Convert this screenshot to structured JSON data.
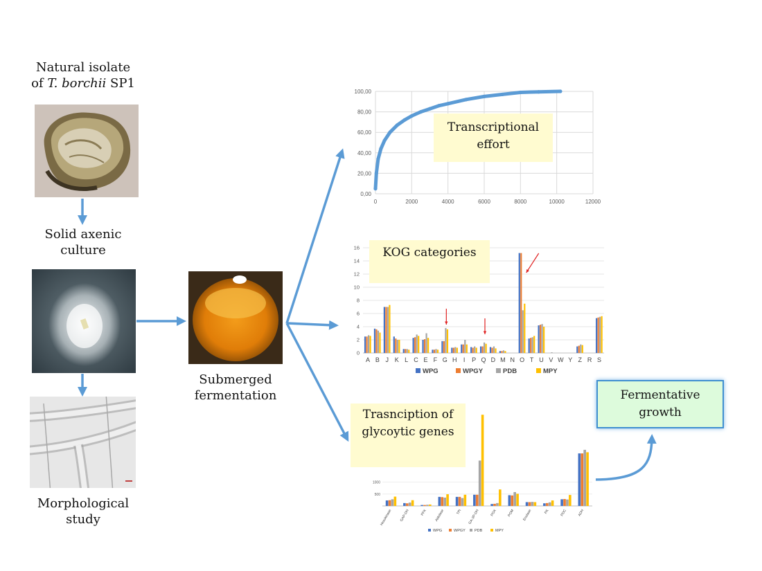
{
  "captions": {
    "isolate_line1": "Natural isolate",
    "isolate_line2_prefix": "of ",
    "isolate_species": "T. borchii",
    "isolate_line2_suffix": " SP1",
    "solid_line1": "Solid axenic",
    "solid_line2": "culture",
    "morph_line1": "Morphological",
    "morph_line2": "study",
    "submerged_line1": "Submerged",
    "submerged_line2": "fermentation"
  },
  "callouts": {
    "transcriptional_line1": "Transcriptional",
    "transcriptional_line2": "effort",
    "kog": "KOG categories",
    "glyco_line1": "Trasnciption of",
    "glyco_line2": "glycoytic genes",
    "fermentative_line1": "Fermentative",
    "fermentative_line2": "growth"
  },
  "colors": {
    "arrow": "#5b9bd5",
    "WPG": "#4472c4",
    "WPGY": "#ed7d31",
    "PDB": "#a5a5a5",
    "MPY": "#ffc000",
    "callout_yellow": "#fffbd0",
    "callout_green": "#ddfbdc",
    "red_arrow": "#e02020"
  },
  "chart_data": [
    {
      "type": "line",
      "x_ticks": [
        "0",
        "2000",
        "4000",
        "6000",
        "8000",
        "10000",
        "12000"
      ],
      "y_ticks": [
        "0,00",
        "20,00",
        "40,00",
        "60,00",
        "80,00",
        "100,00"
      ],
      "xlim": [
        0,
        12000
      ],
      "ylim": [
        0,
        100
      ],
      "grid": true,
      "series": [
        {
          "x": [
            0,
            50,
            150,
            300,
            500,
            800,
            1200,
            1600,
            2000,
            2500,
            3000,
            3500,
            4000,
            5000,
            6000,
            7000,
            8000,
            9000,
            10200
          ],
          "y": [
            5,
            20,
            34,
            44,
            52,
            60,
            67,
            72,
            76,
            80,
            83,
            86,
            88,
            92,
            95,
            97,
            99,
            99.5,
            100
          ]
        }
      ]
    },
    {
      "type": "bar",
      "categories": [
        "A",
        "B",
        "J",
        "K",
        "L",
        "C",
        "E",
        "F",
        "G",
        "H",
        "I",
        "P",
        "Q",
        "D",
        "M",
        "N",
        "O",
        "T",
        "U",
        "V",
        "W",
        "Y",
        "Z",
        "R",
        "S"
      ],
      "ylim": [
        0,
        16
      ],
      "y_ticks": [
        "0",
        "2",
        "4",
        "6",
        "8",
        "10",
        "12",
        "14",
        "16"
      ],
      "legend": "bottom",
      "series": [
        {
          "name": "WPG",
          "values": [
            2.5,
            3.7,
            7.0,
            2.5,
            0.6,
            2.3,
            2.0,
            0.5,
            1.8,
            0.8,
            1.3,
            0.9,
            1.0,
            0.9,
            0.3,
            0,
            15.2,
            2.2,
            4.2,
            0,
            0,
            0,
            1.0,
            0,
            5.3
          ]
        },
        {
          "name": "WPGY",
          "values": [
            2.5,
            3.6,
            7.0,
            2.2,
            0.6,
            2.4,
            2.1,
            0.5,
            1.8,
            0.8,
            1.3,
            0.8,
            1.0,
            0.8,
            0.3,
            0,
            15.2,
            2.3,
            4.3,
            0,
            0,
            0,
            1.1,
            0,
            5.4
          ]
        },
        {
          "name": "PDB",
          "values": [
            2.7,
            3.4,
            7.0,
            2.0,
            0.6,
            2.8,
            3.0,
            0.6,
            3.8,
            0.9,
            2.0,
            1.0,
            1.6,
            1.0,
            0.4,
            0,
            6.5,
            2.4,
            4.4,
            0.1,
            0,
            0,
            1.3,
            0,
            5.5
          ]
        },
        {
          "name": "MPY",
          "values": [
            2.6,
            3.1,
            7.3,
            2.0,
            0.5,
            2.6,
            2.3,
            0.5,
            3.6,
            0.8,
            1.3,
            0.8,
            1.4,
            0.7,
            0.3,
            0,
            7.5,
            2.6,
            4.0,
            0,
            0,
            0,
            1.2,
            0,
            5.6
          ]
        }
      ]
    },
    {
      "type": "bar",
      "categories": [
        "Hexokinase",
        "GAP-DH",
        "PFK",
        "Aldolase",
        "TPI",
        "GA-3P-DH",
        "PGK",
        "PGM",
        "Enolase",
        "PK",
        "PDC",
        "ADH"
      ],
      "ylim": [
        0,
        4000
      ],
      "y_ticks": [
        "500",
        "1000"
      ],
      "legend": "bottom",
      "series": [
        {
          "name": "WPG",
          "values": [
            230,
            120,
            40,
            380,
            380,
            470,
            80,
            450,
            160,
            110,
            280,
            2200
          ]
        },
        {
          "name": "WPGY",
          "values": [
            240,
            110,
            40,
            370,
            380,
            470,
            90,
            440,
            160,
            120,
            290,
            2200
          ]
        },
        {
          "name": "PDB",
          "values": [
            280,
            140,
            50,
            350,
            330,
            1900,
            120,
            580,
            170,
            150,
            270,
            2350
          ]
        },
        {
          "name": "MPY",
          "values": [
            390,
            240,
            60,
            490,
            470,
            3820,
            690,
            510,
            160,
            230,
            460,
            2250
          ]
        }
      ]
    }
  ]
}
